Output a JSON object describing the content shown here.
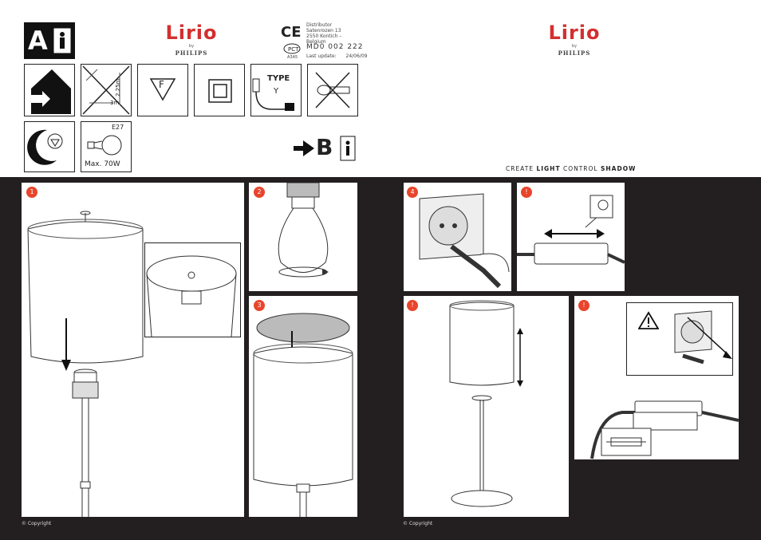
{
  "brand": {
    "name": "Lirio",
    "by": "by",
    "maker": "PHILIPS"
  },
  "distributor": {
    "label": "Distributor",
    "street": "Satenrozen 13",
    "city": "2550 Kontich – Belgium",
    "model": "MD0 002 222",
    "update_label": "Last update:",
    "update_date": "24/06/09",
    "cert_code": "A3A5"
  },
  "icons": {
    "section_a": "A",
    "section_b": "B",
    "fuse_class": "F",
    "plug_type_label": "TYPE",
    "plug_type_value": "Y",
    "distance_height": "2.25m",
    "distance_width": "3m",
    "socket": "E27",
    "max_power": "Max. 70W"
  },
  "tagline": {
    "create": "CREATE",
    "light": "LIGHT",
    "control": "CONTROL",
    "shadow": "SHADOW"
  },
  "steps": {
    "s1": "1",
    "s2": "2",
    "s3": "3",
    "s4": "4",
    "s5": "!",
    "s6": "!",
    "s7": "!"
  },
  "footer": {
    "left": "© Copyright",
    "right": "© Copyright"
  },
  "colors": {
    "accent": "#e8452c",
    "background_dark": "#231f20",
    "brand_red": "#d32f2f"
  }
}
